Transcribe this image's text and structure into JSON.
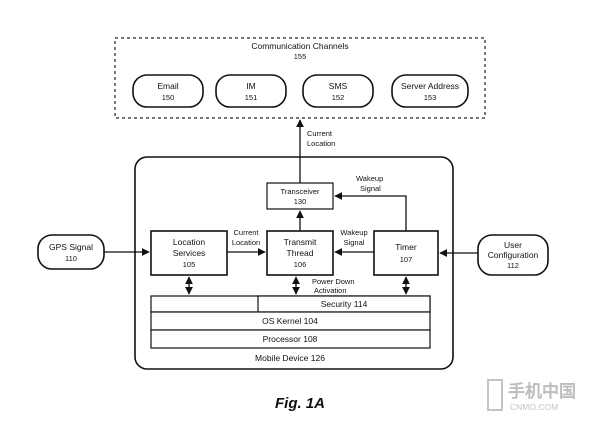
{
  "comm_channels": {
    "title": "Communication Channels",
    "number": "155"
  },
  "channels": [
    {
      "name": "Email",
      "number": "150"
    },
    {
      "name": "IM",
      "number": "151"
    },
    {
      "name": "SMS",
      "number": "152"
    },
    {
      "name": "Server Address",
      "number": "153"
    }
  ],
  "transceiver": {
    "name": "Transceiver",
    "number": "130"
  },
  "location_services": {
    "line1": "Location",
    "line2": "Services",
    "number": "105"
  },
  "transmit_thread": {
    "line1": "Transmit",
    "line2": "Thread",
    "number": "106"
  },
  "timer": {
    "name": "Timer",
    "number": "107"
  },
  "gps_signal": {
    "name": "GPS Signal",
    "number": "110"
  },
  "user_config": {
    "line1": "User",
    "line2": "Configuration",
    "number": "112"
  },
  "security": {
    "label": "Security 114"
  },
  "os_kernel": {
    "label": "OS Kernel 104"
  },
  "processor": {
    "label": "Processor 108"
  },
  "mobile_device": {
    "label": "Mobile Device 126"
  },
  "edge_labels": {
    "current_location_top_1": "Current",
    "current_location_top_2": "Location",
    "current_location_mid_1": "Current",
    "current_location_mid_2": "Location",
    "wakeup_signal_top_1": "Wakeup",
    "wakeup_signal_top_2": "Signal",
    "wakeup_signal_mid_1": "Wakeup",
    "wakeup_signal_mid_2": "Signal",
    "power_down_1": "Power Down",
    "power_down_2": "Activation"
  },
  "figure_caption": "Fig. 1A",
  "watermark": {
    "text": "手机中国",
    "url": "CNMO.COM"
  }
}
